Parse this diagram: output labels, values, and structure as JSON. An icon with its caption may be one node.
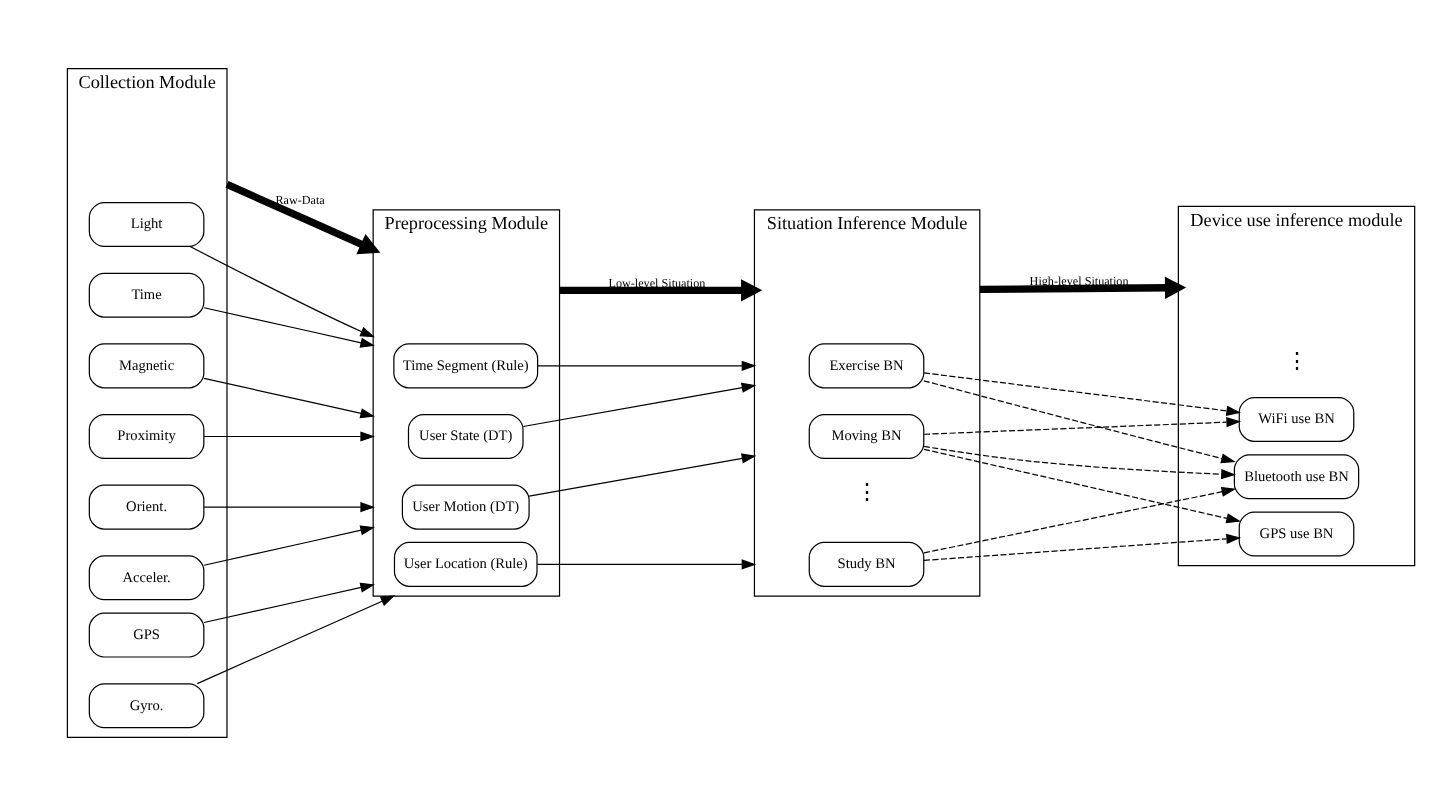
{
  "diagram": {
    "nodes": [
      {
        "text": [
          "Collection Module"
        ]
      },
      {
        "text": [
          "Acceler."
        ],
        "in": 0
      },
      {
        "text": [
          "Orient."
        ],
        "in": 0
      },
      {
        "text": [
          "Proximity"
        ],
        "in": 0
      },
      {
        "text": [
          "Magnetic"
        ],
        "in": 0
      },
      {
        "text": [
          "Time"
        ],
        "in": 0
      },
      {
        "text": [
          "Light"
        ],
        "in": 0
      },
      {
        "text": [
          "Gyro."
        ],
        "in": 0
      },
      {
        "text": [
          "GPS"
        ],
        "in": 0
      },
      {
        "text": [
          "Preprocessing Module"
        ]
      },
      {
        "text": [
          "User Motion (DT)"
        ],
        "in": 9
      },
      {
        "text": [
          "User State (DT)"
        ],
        "in": 9
      },
      {
        "text": [
          "Time Segment (Rule)"
        ],
        "in": 9
      },
      {
        "text": [
          "User Location (Rule)"
        ],
        "in": 9
      },
      {
        "text": [
          "Situation Inference Module"
        ]
      },
      {
        "text": [
          "Moving BN"
        ],
        "in": 14
      },
      {
        "text": [
          "Exercise BN"
        ],
        "in": 14
      },
      {
        "text": [
          "Study BN"
        ],
        "in": 14
      },
      {
        "text": [
          "Device use inference module"
        ]
      },
      {
        "text": [
          "WiFi use BN"
        ],
        "in": 18
      },
      {
        "text": [
          "GPS use BN"
        ],
        "in": 18
      },
      {
        "text": [
          "Bluetooth use BN"
        ],
        "in": 18
      }
    ],
    "edges": [
      {
        "from": 1,
        "to": 9,
        "arrow": "to"
      },
      {
        "from": 2,
        "to": 9,
        "arrow": "to"
      },
      {
        "from": 3,
        "to": 9,
        "arrow": "to"
      },
      {
        "from": 4,
        "to": 9,
        "arrow": "to"
      },
      {
        "from": 5,
        "to": 9,
        "arrow": "to"
      },
      {
        "from": 6,
        "to": 9,
        "arrow": "to"
      },
      {
        "from": 7,
        "to": 9,
        "arrow": "to"
      },
      {
        "from": 8,
        "to": 9,
        "arrow": "to"
      },
      {
        "from": 10,
        "to": 14,
        "arrow": "to"
      },
      {
        "from": 11,
        "to": 14,
        "arrow": "to"
      },
      {
        "from": 12,
        "to": 14,
        "arrow": "to"
      },
      {
        "from": 13,
        "to": 14,
        "arrow": "to"
      },
      {
        "from": 15,
        "to": 19,
        "arrow": "to",
        "style": "dashed"
      },
      {
        "from": 15,
        "to": 20,
        "arrow": "to",
        "style": "dashed"
      },
      {
        "from": 15,
        "to": 21,
        "arrow": "to",
        "style": "dashed"
      },
      {
        "from": 16,
        "to": 19,
        "arrow": "to",
        "style": "dashed"
      },
      {
        "from": 16,
        "to": 21,
        "arrow": "to",
        "style": "dashed"
      },
      {
        "from": 17,
        "to": 20,
        "arrow": "to",
        "style": "dashed"
      },
      {
        "from": 17,
        "to": 21,
        "arrow": "to",
        "style": "dashed"
      },
      {
        "from": 0,
        "to": 9,
        "arrow": "to",
        "label": "Raw-Data",
        "style": "thick"
      },
      {
        "from": 9,
        "to": 14,
        "arrow": "to",
        "label": "Low-level Situation",
        "style": "thick"
      },
      {
        "from": 14,
        "to": 18,
        "arrow": "to",
        "label": "High-level Situation",
        "style": "thick"
      }
    ],
    "labels": [
      "⋮",
      "⋮"
    ]
  }
}
